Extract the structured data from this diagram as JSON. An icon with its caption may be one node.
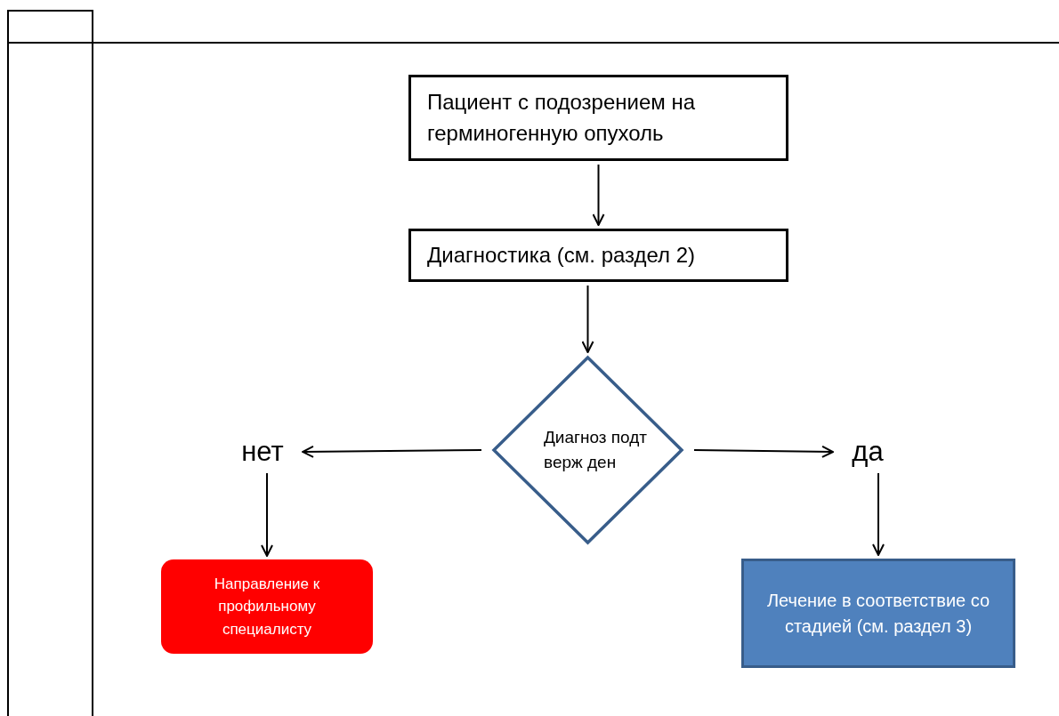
{
  "diagram": {
    "nodes": [
      {
        "text": [
          "Пациент с подозрением на герминогенную опухоль"
        ]
      },
      {
        "text": [
          "Диагностика (см. раздел  2)"
        ]
      },
      {
        "text": [
          "Диагноз подтверж ден"
        ]
      },
      {
        "text": [
          "нет"
        ]
      },
      {
        "text": [
          "да"
        ]
      },
      {
        "text": [
          "Направление к профильному специалисту"
        ]
      },
      {
        "text": [
          "Лечение в соответствие со стадией (см. раздел 3)"
        ]
      }
    ],
    "edges": [
      {
        "from": 0,
        "to": 1,
        "arrow": "to"
      },
      {
        "from": 1,
        "to": 2,
        "arrow": "to"
      },
      {
        "from": 2,
        "to": 3,
        "arrow": "to"
      },
      {
        "from": 2,
        "to": 4,
        "arrow": "to"
      },
      {
        "from": 3,
        "to": 5,
        "arrow": "to"
      },
      {
        "from": 4,
        "to": 6,
        "arrow": "to"
      }
    ]
  }
}
